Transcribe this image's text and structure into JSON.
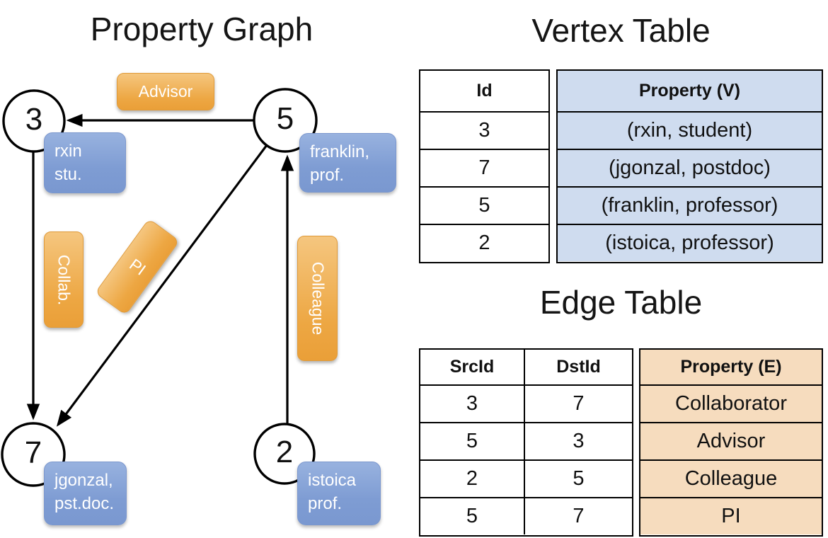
{
  "graph": {
    "title": "Property Graph",
    "nodes": [
      {
        "id": "3",
        "line1": "rxin",
        "line2": "stu."
      },
      {
        "id": "5",
        "line1": "franklin,",
        "line2": "prof."
      },
      {
        "id": "7",
        "line1": "jgonzal,",
        "line2": "pst.doc."
      },
      {
        "id": "2",
        "line1": "istoica",
        "line2": "prof."
      }
    ],
    "edge_labels": [
      {
        "label": "Advisor"
      },
      {
        "label": "Collab."
      },
      {
        "label": "PI"
      },
      {
        "label": "Colleague"
      }
    ]
  },
  "vertex_table": {
    "title": "Vertex Table",
    "headers": {
      "id": "Id",
      "property": "Property (V)"
    },
    "rows": [
      {
        "id": "3",
        "property": "(rxin, student)"
      },
      {
        "id": "7",
        "property": "(jgonzal, postdoc)"
      },
      {
        "id": "5",
        "property": "(franklin, professor)"
      },
      {
        "id": "2",
        "property": "(istoica, professor)"
      }
    ]
  },
  "edge_table": {
    "title": "Edge Table",
    "headers": {
      "src": "SrcId",
      "dst": "DstId",
      "property": "Property (E)"
    },
    "rows": [
      {
        "src": "3",
        "dst": "7",
        "property": "Collaborator"
      },
      {
        "src": "5",
        "dst": "3",
        "property": "Advisor"
      },
      {
        "src": "2",
        "dst": "5",
        "property": "Colleague"
      },
      {
        "src": "5",
        "dst": "7",
        "property": "PI"
      }
    ]
  },
  "colors": {
    "vertex_box_fill": "#7e9cd3",
    "edge_label_fill": "#eda743",
    "vertex_table_fill": "#cfdcef",
    "edge_table_fill": "#f6dcbe"
  }
}
